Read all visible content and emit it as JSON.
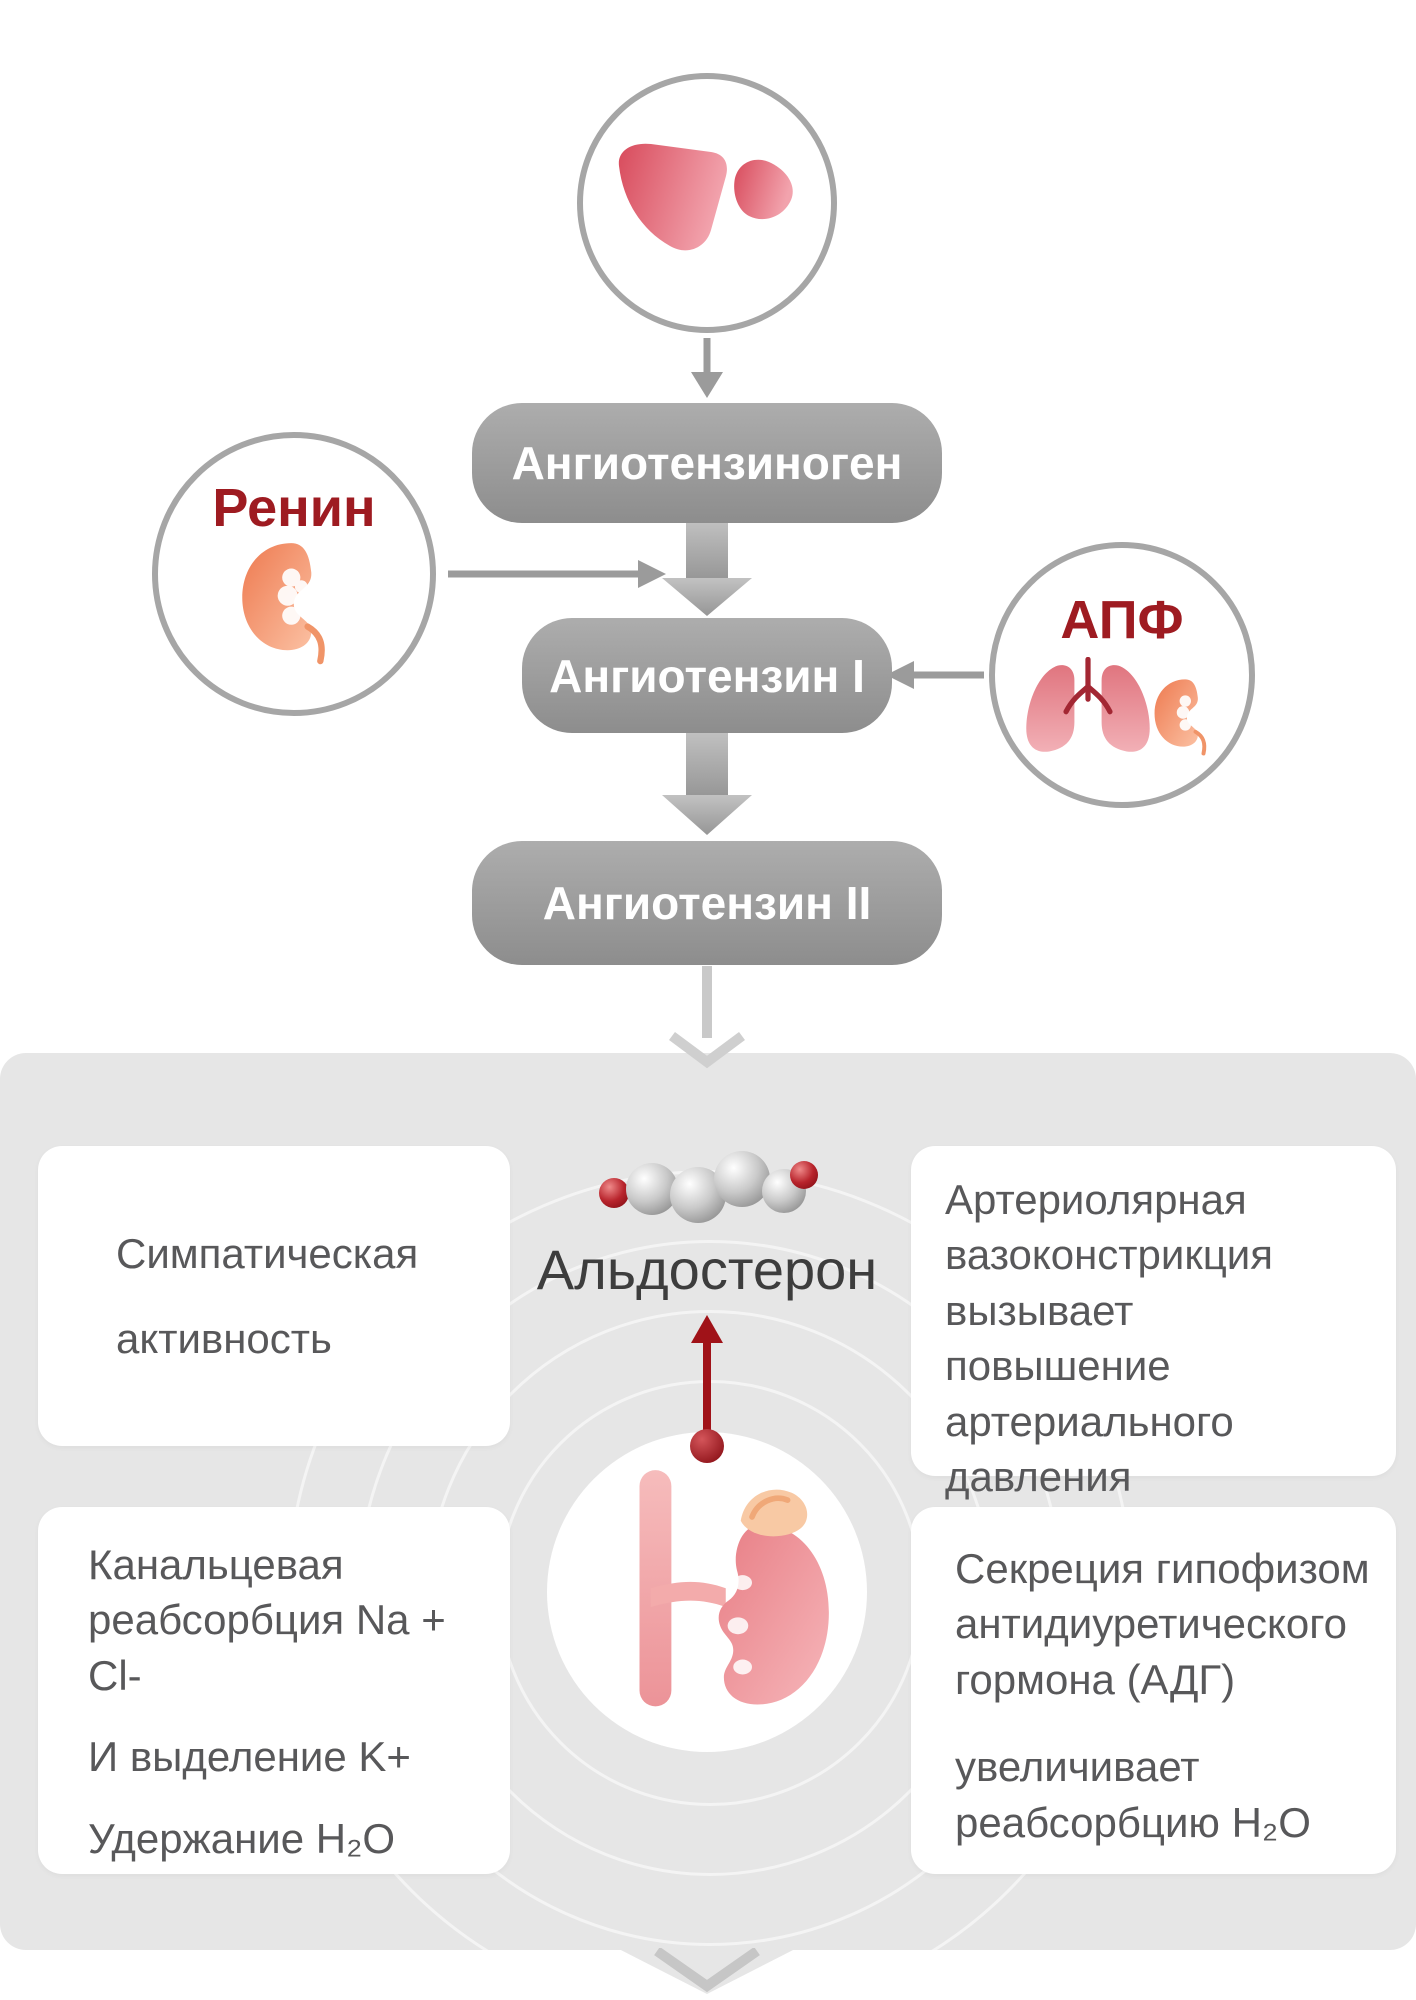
{
  "flowchart": {
    "angiotensinogen_label": "Ангиотензиноген",
    "angiotensin_i_label": "Ангиотензин I",
    "angiotensin_ii_label": "Ангиотензин II",
    "renin_label": "Ренин",
    "ace_label": "АПФ"
  },
  "panel": {
    "aldosterone_label": "Альдостерон",
    "cards": [
      {
        "id": "sympathetic-activity",
        "paragraphs": [
          "Симпатическая",
          "активность"
        ]
      },
      {
        "id": "arteriolar-vasoconstriction",
        "paragraphs": [
          "Артериолярная вазоконстрикция вызывает повышение артериального давления"
        ]
      },
      {
        "id": "tubular-reabsorption",
        "paragraphs": [
          "Канальцевая реабсорбция Na + Cl-",
          "И выделение K+",
          "Удержание H₂O"
        ]
      },
      {
        "id": "adh-secretion",
        "paragraphs": [
          "Секреция гипофизом антидиуретического гормона (АДГ)",
          "увеличивает реабсорбцию H₂O"
        ]
      }
    ]
  },
  "icons": {
    "liver": "liver-icon",
    "renin_kidney": "kidney-icon",
    "ace_lungs": "lungs-icon",
    "ace_kidney": "kidney-icon-small",
    "aldosterone_molecule": "molecule-icon",
    "kidney_adrenal": "kidney-adrenal-icon",
    "into_panel": "down-chevron-icon",
    "continue": "bottom-chevron-icon"
  },
  "colors": {
    "accent_red": "#9e1b21",
    "arrow_red": "#a01218",
    "box_gray_top": "#adadad",
    "box_gray_bottom": "#8d8d8d",
    "thick_arrow_top": "#c2c2c2",
    "thick_arrow_bottom": "#969696",
    "arrow_gray": "#9b9b9b",
    "circle_border": "#a6a6a6",
    "panel_bg": "#e6e6e6",
    "card_bg": "#ffffff",
    "card_text": "#58585a",
    "aldosterone_text": "#3d3d3d"
  }
}
